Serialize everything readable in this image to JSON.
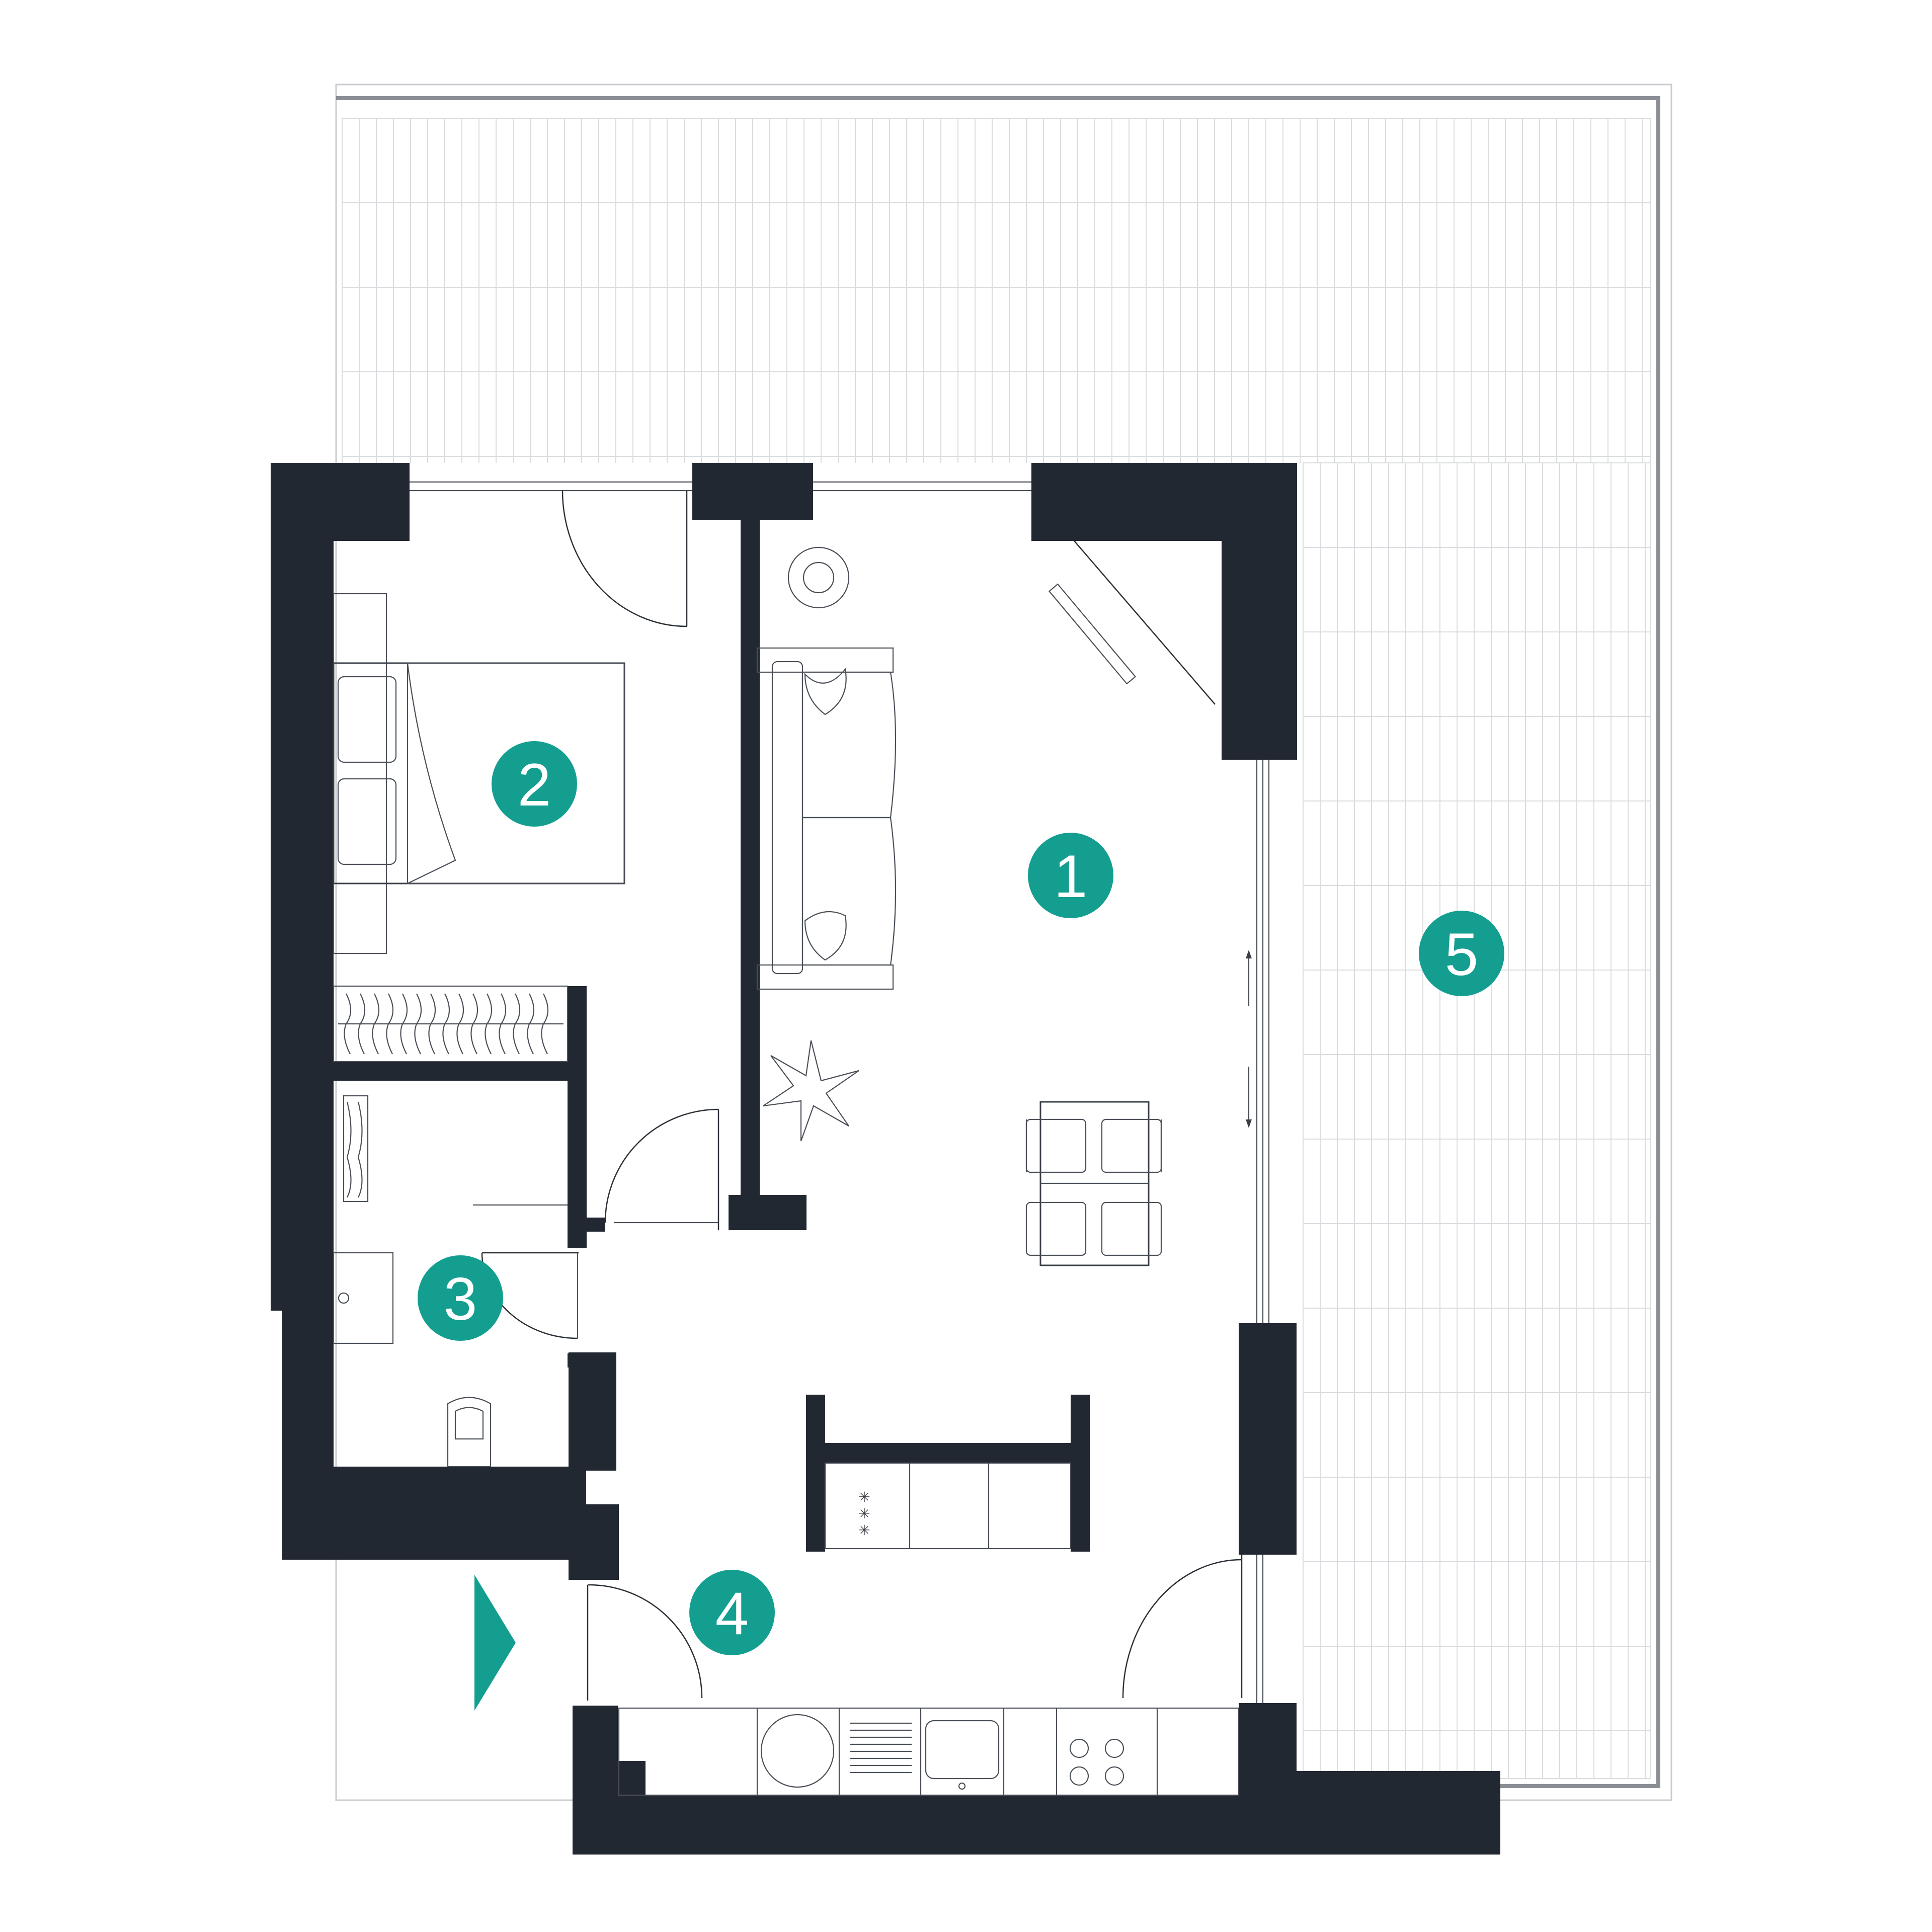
{
  "colors": {
    "wall": "#222831",
    "accent": "#139e90",
    "line": "#3a3f47",
    "terrace_grid": "#d9dcdf",
    "background": "#ffffff"
  },
  "rooms": [
    {
      "id": "room-1",
      "number": "1"
    },
    {
      "id": "room-2",
      "number": "2"
    },
    {
      "id": "room-3",
      "number": "3"
    },
    {
      "id": "room-4",
      "number": "4"
    },
    {
      "id": "room-5",
      "number": "5"
    }
  ],
  "entrance_marker_icon": "triangle-arrow-right-icon"
}
